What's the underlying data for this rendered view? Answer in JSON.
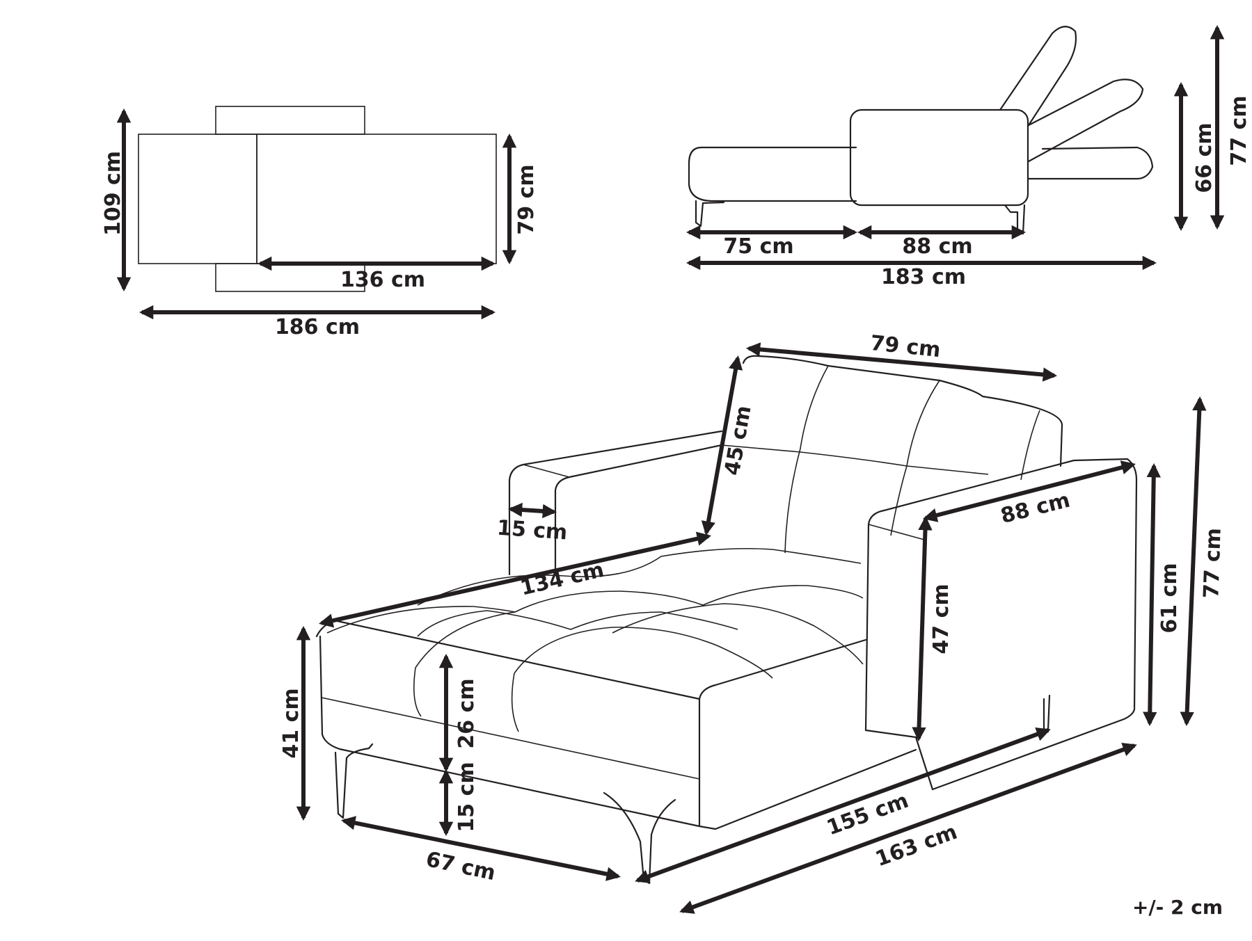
{
  "diagram": {
    "subject": "Chaise lounge dimension drawing",
    "colors": {
      "line": "#231f20",
      "background": "#ffffff"
    },
    "top_view": {
      "labels": {
        "overall_depth": "109 cm",
        "seat_depth": "79 cm",
        "seat_length": "136 cm",
        "overall_length": "186 cm"
      }
    },
    "side_view": {
      "labels": {
        "front_section": "75 cm",
        "rear_section": "88 cm",
        "overall_length": "183 cm",
        "backrest_low_height": "66 cm",
        "backrest_high_height": "77 cm"
      }
    },
    "perspective_view": {
      "labels": {
        "backrest_width": "79 cm",
        "backrest_height": "45 cm",
        "armrest_width": "15 cm",
        "seat_length": "134 cm",
        "armrest_length": "88 cm",
        "armrest_height": "47 cm",
        "armrest_total_height": "61 cm",
        "overall_height": "77 cm",
        "seat_height": "41 cm",
        "cushion_height": "26 cm",
        "leg_height": "15 cm",
        "width": "67 cm",
        "inner_length": "155 cm",
        "overall_length": "163 cm"
      }
    },
    "tolerance": "+/- 2 cm"
  }
}
